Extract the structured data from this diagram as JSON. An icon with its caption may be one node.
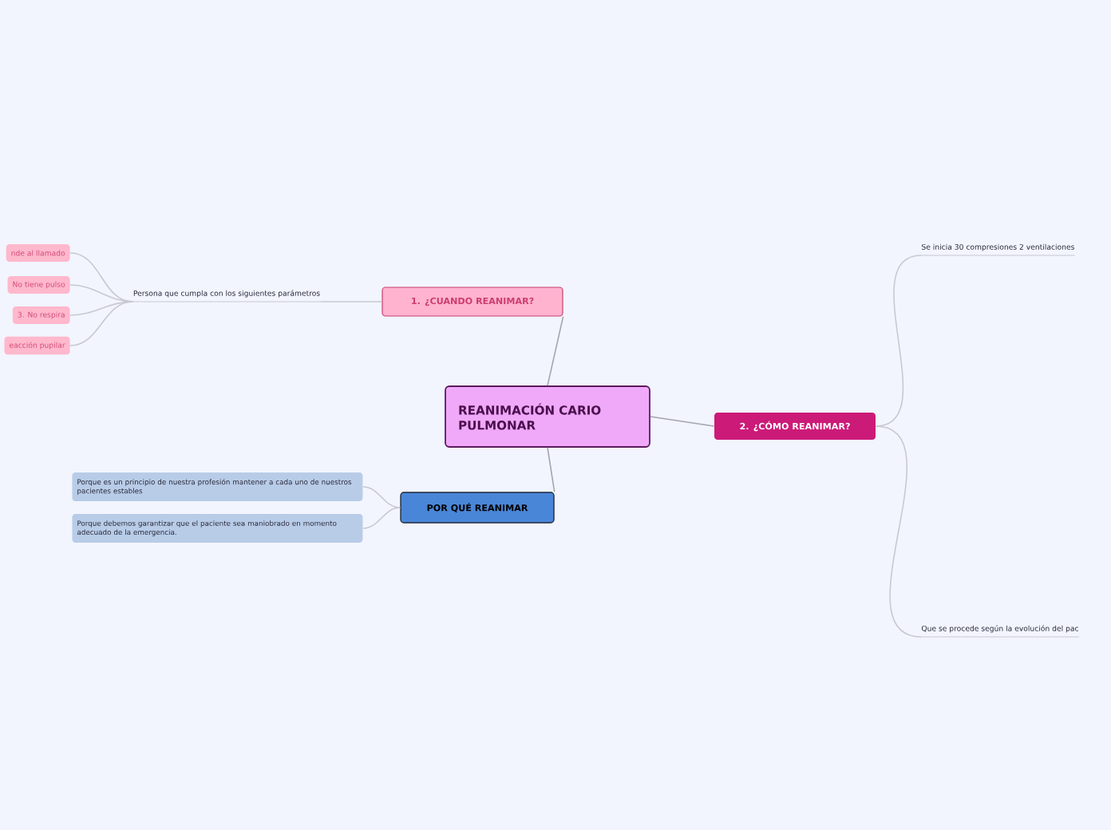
{
  "diagram": {
    "nodes": [
      {
        "text": [
          "REANIMACIÓN CARIO PULMONAR"
        ]
      },
      {
        "text": [
          "1. ¿CUANDO REANIMAR?"
        ]
      },
      {
        "text": [
          "Persona que cumpla con los siguientes parámetros"
        ]
      },
      {
        "text": [
          "nde al llamado"
        ]
      },
      {
        "text": [
          "No tiene pulso"
        ]
      },
      {
        "text": [
          "3. No respira"
        ]
      },
      {
        "text": [
          "eacción pupilar"
        ]
      },
      {
        "text": [
          "2. ¿CÓMO REANIMAR?"
        ]
      },
      {
        "text": [
          "Se inicia 30 compresiones 2 ventilaciones"
        ]
      },
      {
        "text": [
          "Que se procede según la evolución del pac"
        ]
      },
      {
        "text": [
          "POR QUÉ REANIMAR"
        ]
      },
      {
        "text": [
          "Porque es un principio de nuestra profesión mantener a cada uno de nuestros pacientes estables"
        ]
      },
      {
        "text": [
          "Porque debemos garantizar que el paciente sea maniobrado en momento adecuado de la emergencia."
        ]
      }
    ],
    "edges": [
      {
        "from": 0,
        "to": 1,
        "arrow": "none",
        "color": "#a4a4ac"
      },
      {
        "from": 1,
        "to": 2,
        "arrow": "none"
      },
      {
        "from": 2,
        "to": 3,
        "arrow": "none"
      },
      {
        "from": 2,
        "to": 4,
        "arrow": "none"
      },
      {
        "from": 2,
        "to": 5,
        "arrow": "none"
      },
      {
        "from": 2,
        "to": 6,
        "arrow": "none"
      },
      {
        "from": 0,
        "to": 7,
        "arrow": "none",
        "color": "#a4a4ac"
      },
      {
        "from": 7,
        "to": 8,
        "arrow": "none"
      },
      {
        "from": 7,
        "to": 9,
        "arrow": "none"
      },
      {
        "from": 0,
        "to": 10,
        "arrow": "none",
        "color": "#a4a4ac"
      },
      {
        "from": 10,
        "to": 11,
        "arrow": "none"
      },
      {
        "from": 10,
        "to": 12,
        "arrow": "none"
      }
    ]
  }
}
